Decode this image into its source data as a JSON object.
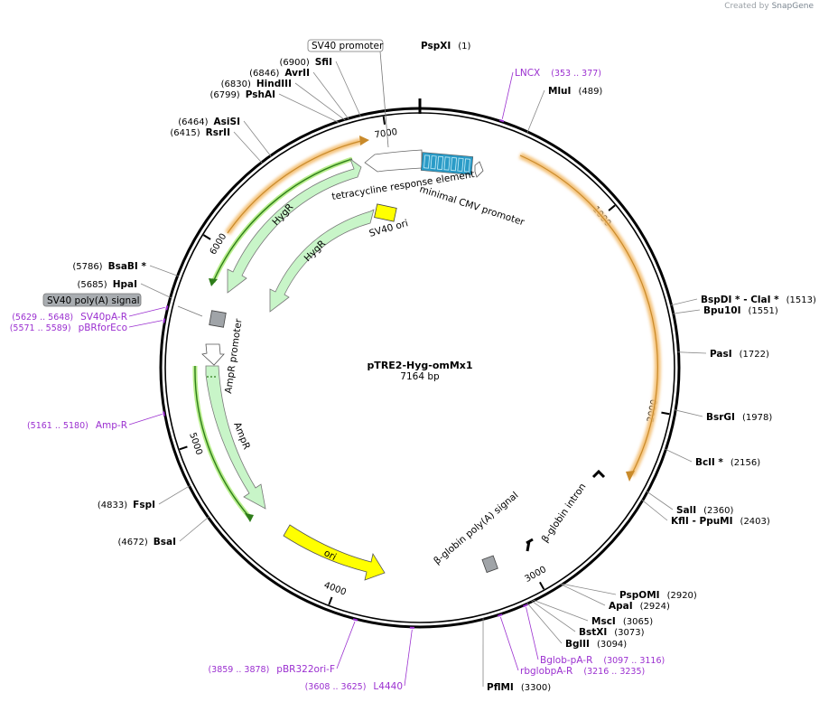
{
  "credit": {
    "prefix": "Created by",
    "brand": "SnapGene"
  },
  "plasmid": {
    "name": "pTRE2-Hyg-omMx1",
    "length": "7164 bp"
  },
  "ticks": [
    "1000",
    "2000",
    "3000",
    "4000",
    "5000",
    "6000",
    "7000"
  ],
  "sites": [
    {
      "name": "PspXI",
      "pos": "(1)"
    },
    {
      "name": "MluI",
      "pos": "(489)"
    },
    {
      "name": "BspDI * - ClaI *",
      "pos": "(1513)"
    },
    {
      "name": "Bpu10I",
      "pos": "(1551)"
    },
    {
      "name": "PasI",
      "pos": "(1722)"
    },
    {
      "name": "BsrGI",
      "pos": "(1978)"
    },
    {
      "name": "BclI *",
      "pos": "(2156)"
    },
    {
      "name": "SalI",
      "pos": "(2360)"
    },
    {
      "name": "KflI - PpuMI",
      "pos": "(2403)"
    },
    {
      "name": "PspOMI",
      "pos": "(2920)"
    },
    {
      "name": "ApaI",
      "pos": "(2924)"
    },
    {
      "name": "MscI",
      "pos": "(3065)"
    },
    {
      "name": "BstXI",
      "pos": "(3073)"
    },
    {
      "name": "BglII",
      "pos": "(3094)"
    },
    {
      "name": "PflMI",
      "pos": "(3300)"
    },
    {
      "name": "BsaI",
      "pos": "(4672)"
    },
    {
      "name": "FspI",
      "pos": "(4833)"
    },
    {
      "name": "HpaI",
      "pos": "(5685)"
    },
    {
      "name": "BsaBI *",
      "pos": "(5786)"
    },
    {
      "name": "RsrII",
      "pos": "(6415)"
    },
    {
      "name": "AsiSI",
      "pos": "(6464)"
    },
    {
      "name": "PshAI",
      "pos": "(6799)"
    },
    {
      "name": "HindIII",
      "pos": "(6830)"
    },
    {
      "name": "AvrII",
      "pos": "(6846)"
    },
    {
      "name": "SfiI",
      "pos": "(6900)"
    }
  ],
  "primers": [
    {
      "name": "LNCX",
      "range": "(353 .. 377)"
    },
    {
      "name": "SV40pA-R",
      "range": "(5629 .. 5648)"
    },
    {
      "name": "pBRforEco",
      "range": "(5571 .. 5589)"
    },
    {
      "name": "Amp-R",
      "range": "(5161 .. 5180)"
    },
    {
      "name": "pBR322ori-F",
      "range": "(3859 .. 3878)"
    },
    {
      "name": "L4440",
      "range": "(3608 .. 3625)"
    },
    {
      "name": "Bglob-pA-R",
      "range": "(3097 .. 3116)"
    },
    {
      "name": "rbglobpA-R",
      "range": "(3216 .. 3235)"
    }
  ],
  "features": {
    "sv40_promoter_box": "SV40 promoter",
    "sv40_polya_box": "SV40 poly(A) signal",
    "tre": "tetracycline response element",
    "cmv": "minimal CMV promoter",
    "hygr1": "HygR",
    "hygr2": "HygR",
    "sv40_ori": "SV40 ori",
    "ampr_promoter": "AmpR promoter",
    "ampr": "AmpR",
    "ori": "ori",
    "bglobin_polya": "β-globin poly(A) signal",
    "bglobin_intron": "β-globin intron"
  },
  "colors": {
    "primer": "#9b30d0",
    "orf_glow": "#f4c27a",
    "hygr_fill": "#c8f5c8",
    "green_line": "#2e7d1a",
    "ori_fill": "#ffff00",
    "tre_fill": "#2a9bc7",
    "polya_fill": "#a0a4a8"
  }
}
